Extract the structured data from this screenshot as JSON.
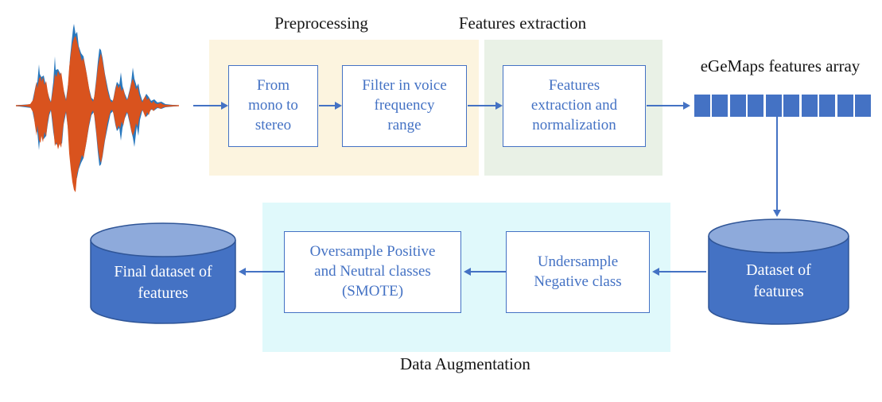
{
  "diagram": {
    "titles": {
      "preprocessing": "Preprocessing",
      "features_extraction": "Features extraction",
      "egemaps_array": "eGeMaps features array",
      "data_augmentation": "Data Augmentation"
    },
    "nodes": {
      "mono_to_stereo": [
        "From",
        "mono to",
        "stereo"
      ],
      "filter_voice": [
        "Filter in voice",
        "frequency",
        "range"
      ],
      "feat_extract_norm": [
        "Features",
        "extraction and",
        "normalization"
      ],
      "undersample": [
        "Undersample",
        "Negative class"
      ],
      "oversample": [
        "Oversample Positive",
        "and Neutral classes",
        "(SMOTE)"
      ],
      "dataset_features": [
        "Dataset of",
        "features"
      ],
      "final_dataset": [
        "Final dataset of",
        "features"
      ]
    },
    "array": {
      "cells": 10
    },
    "colors": {
      "accent_blue": "#4472C4",
      "cylinder_body": "#4472C4",
      "cylinder_top": "#8EAADB",
      "cylinder_stroke": "#2F5597",
      "panel_preprocessing": "#FCF4DF",
      "panel_features_extraction": "#E9F1E6",
      "panel_data_augmentation": "#E0F9FB",
      "waveform_orange": "#D9531E",
      "waveform_blue": "#2878BE",
      "title_text": "#151515",
      "box_text": "#4472C4",
      "cylinder_text": "#ffffff"
    }
  }
}
